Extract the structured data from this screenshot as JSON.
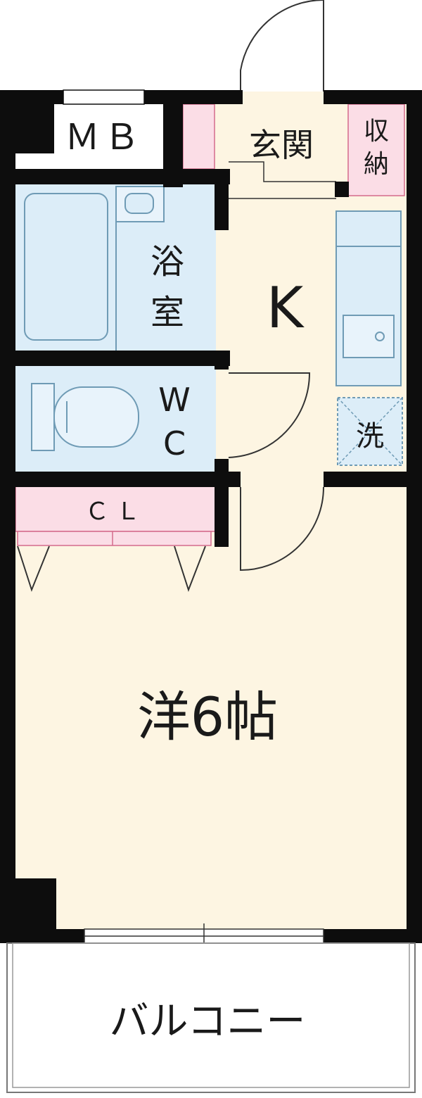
{
  "rooms": {
    "mb": {
      "label": "ＭＢ"
    },
    "entrance": {
      "label": "玄関"
    },
    "storage": {
      "label_line1": "収",
      "label_line2": "納"
    },
    "bath": {
      "label_line1": "浴",
      "label_line2": "室"
    },
    "kitchen": {
      "label": "K"
    },
    "wc": {
      "label_line1": "W",
      "label_line2": "C"
    },
    "washer": {
      "label": "洗"
    },
    "closet": {
      "label": "ＣＬ"
    },
    "western_room": {
      "label": "洋6帖"
    },
    "balcony": {
      "label": "バルコニー"
    }
  },
  "colors": {
    "wall": "#0d0d0d",
    "living_floor": "#fdf5e2",
    "wet_area": "#dcedf8",
    "storage_pink": "#fbdde6",
    "fixture_line": "#6f9bb5",
    "door_line": "#333333",
    "balcony_floor": "#ffffff",
    "balcony_rail": "#777777"
  }
}
